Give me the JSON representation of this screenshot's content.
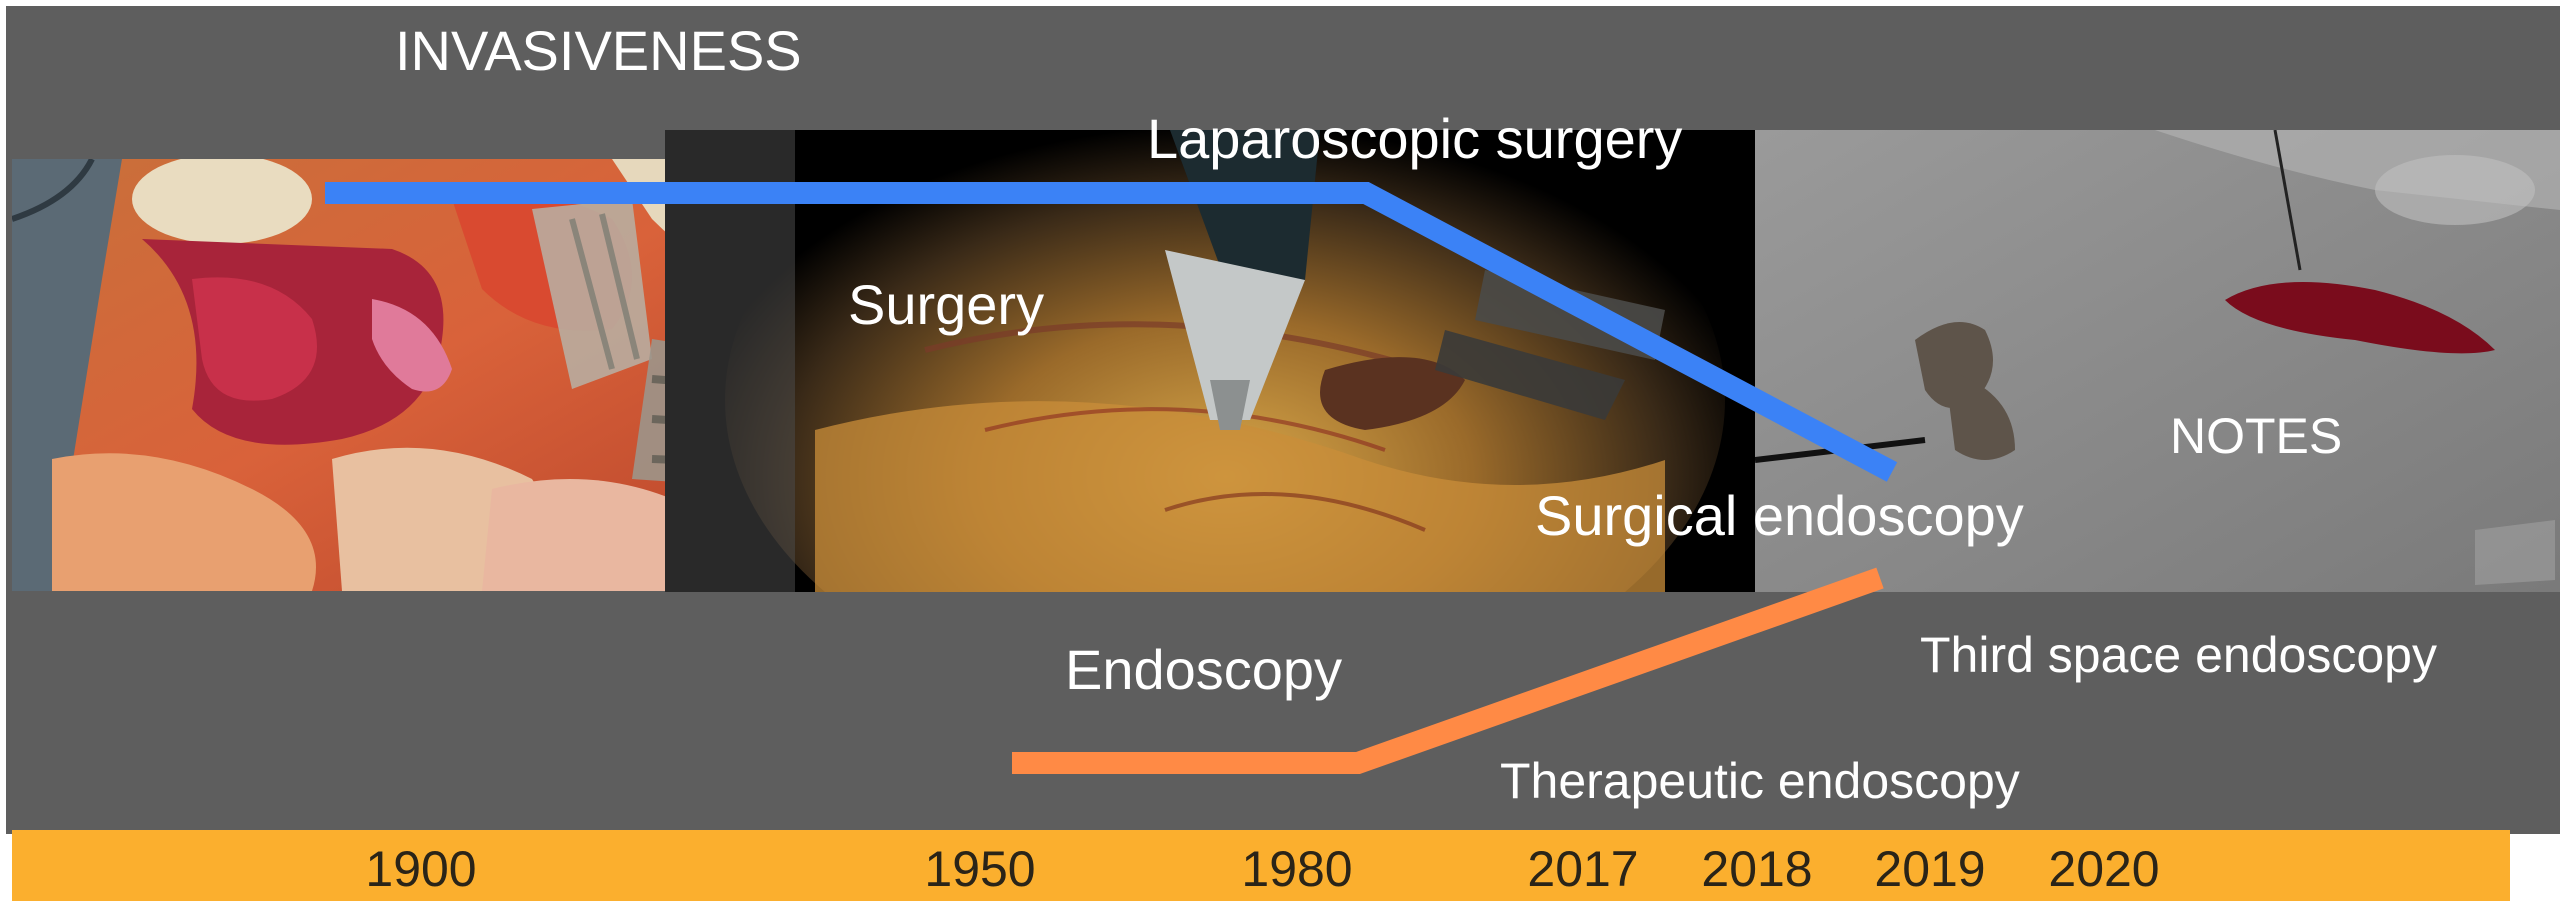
{
  "axis_title": "INVASIVENESS",
  "labels": {
    "laparoscopic_surgery": "Laparoscopic surgery",
    "surgery": "Surgery",
    "notes": "NOTES",
    "surgical_endoscopy": "Surgical endoscopy",
    "endoscopy": "Endoscopy",
    "third_space_endoscopy": "Third space endoscopy",
    "therapeutic_endoscopy": "Therapeutic endoscopy"
  },
  "timeline": {
    "years": [
      "1900",
      "1950",
      "1980",
      "2017",
      "2018",
      "2019",
      "2020"
    ]
  },
  "colors": {
    "background": "#5e5e5e",
    "surgery_line": "#3b82f6",
    "endoscopy_line": "#ff8a45",
    "timeline_bar": "#fbaf2e"
  },
  "photos": [
    "open-surgery-photo",
    "laparoscopy-photo",
    "notes-procedure-photo"
  ]
}
